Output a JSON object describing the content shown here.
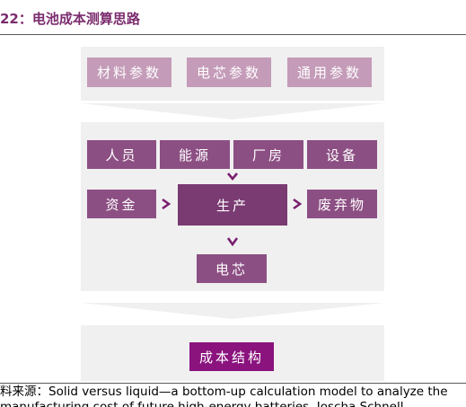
{
  "title": "22：电池成本测算思路",
  "inputs": [
    "材料参数",
    "电芯参数",
    "通用参数"
  ],
  "factors": [
    "人员",
    "能源",
    "厂房",
    "设备"
  ],
  "capital": "资金",
  "production": "生产",
  "waste": "废弃物",
  "cell": "电芯",
  "result": "成本结构",
  "source": {
    "label": "料来源：",
    "text": "Solid versus liquid—a bottom-up calculation model to analyze the",
    "text2": "manufacturing cost of future high-energy batteries, Joscha Schnell"
  },
  "colors": {
    "title": "#7b2c6e",
    "input_box": "#c49bb8",
    "factor_box": "#8c4f83",
    "production_box": "#7a3a72",
    "result_box": "#8a137e",
    "arrow": "#7a1f6f",
    "panel": "#f0f0f0"
  }
}
